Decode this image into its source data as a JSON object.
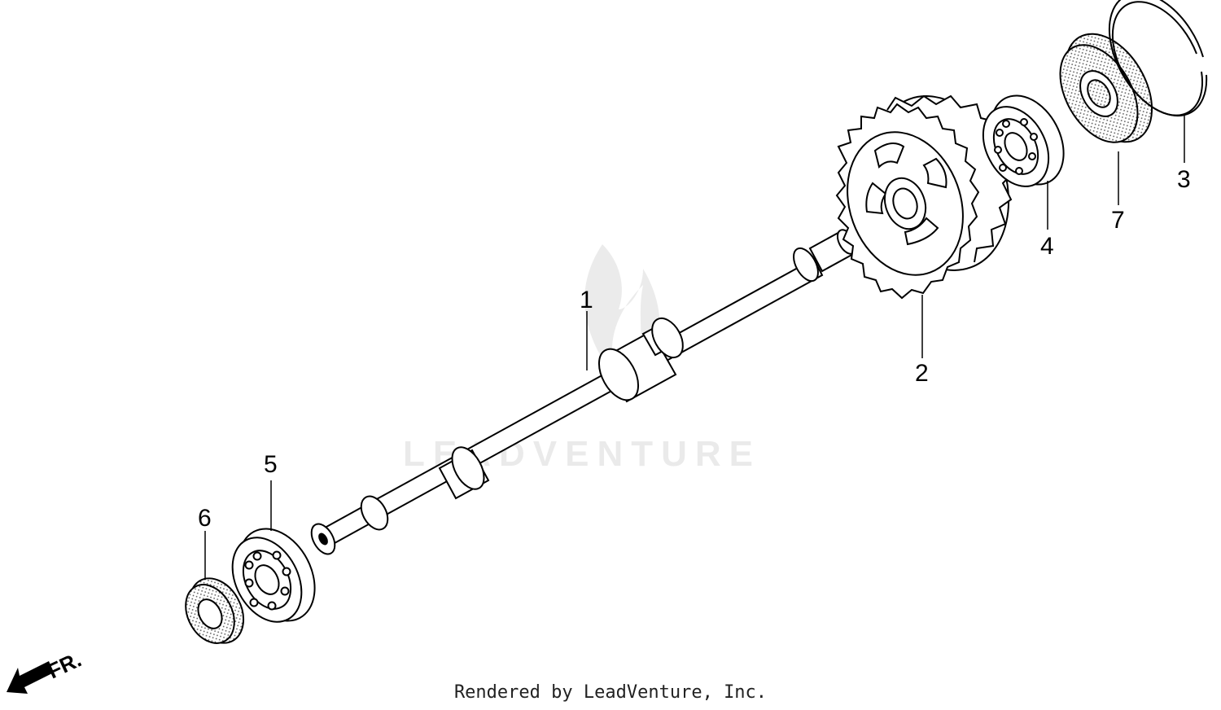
{
  "callouts": {
    "p1": "1",
    "p2": "2",
    "p3": "3",
    "p4": "4",
    "p5": "5",
    "p6": "6",
    "p7": "7"
  },
  "direction_label": "FR.",
  "watermark": "LEADVENTURE",
  "footer": "Rendered by LeadVenture, Inc."
}
